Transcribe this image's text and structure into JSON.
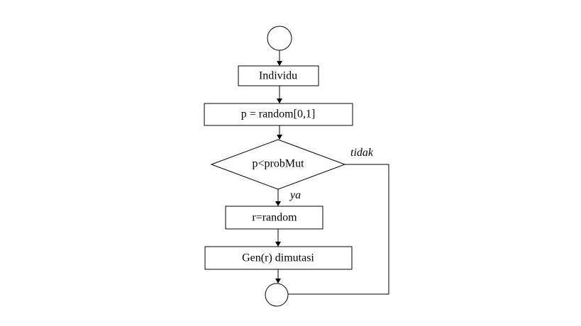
{
  "flowchart": {
    "nodes": {
      "individu": "Individu",
      "random_p": "p = random[0,1]",
      "decision": "p<probMut",
      "random_r": "r=random",
      "mutate": "Gen(r) dimutasi"
    },
    "edges": {
      "yes_label": "ya",
      "no_label": "tidak"
    }
  }
}
